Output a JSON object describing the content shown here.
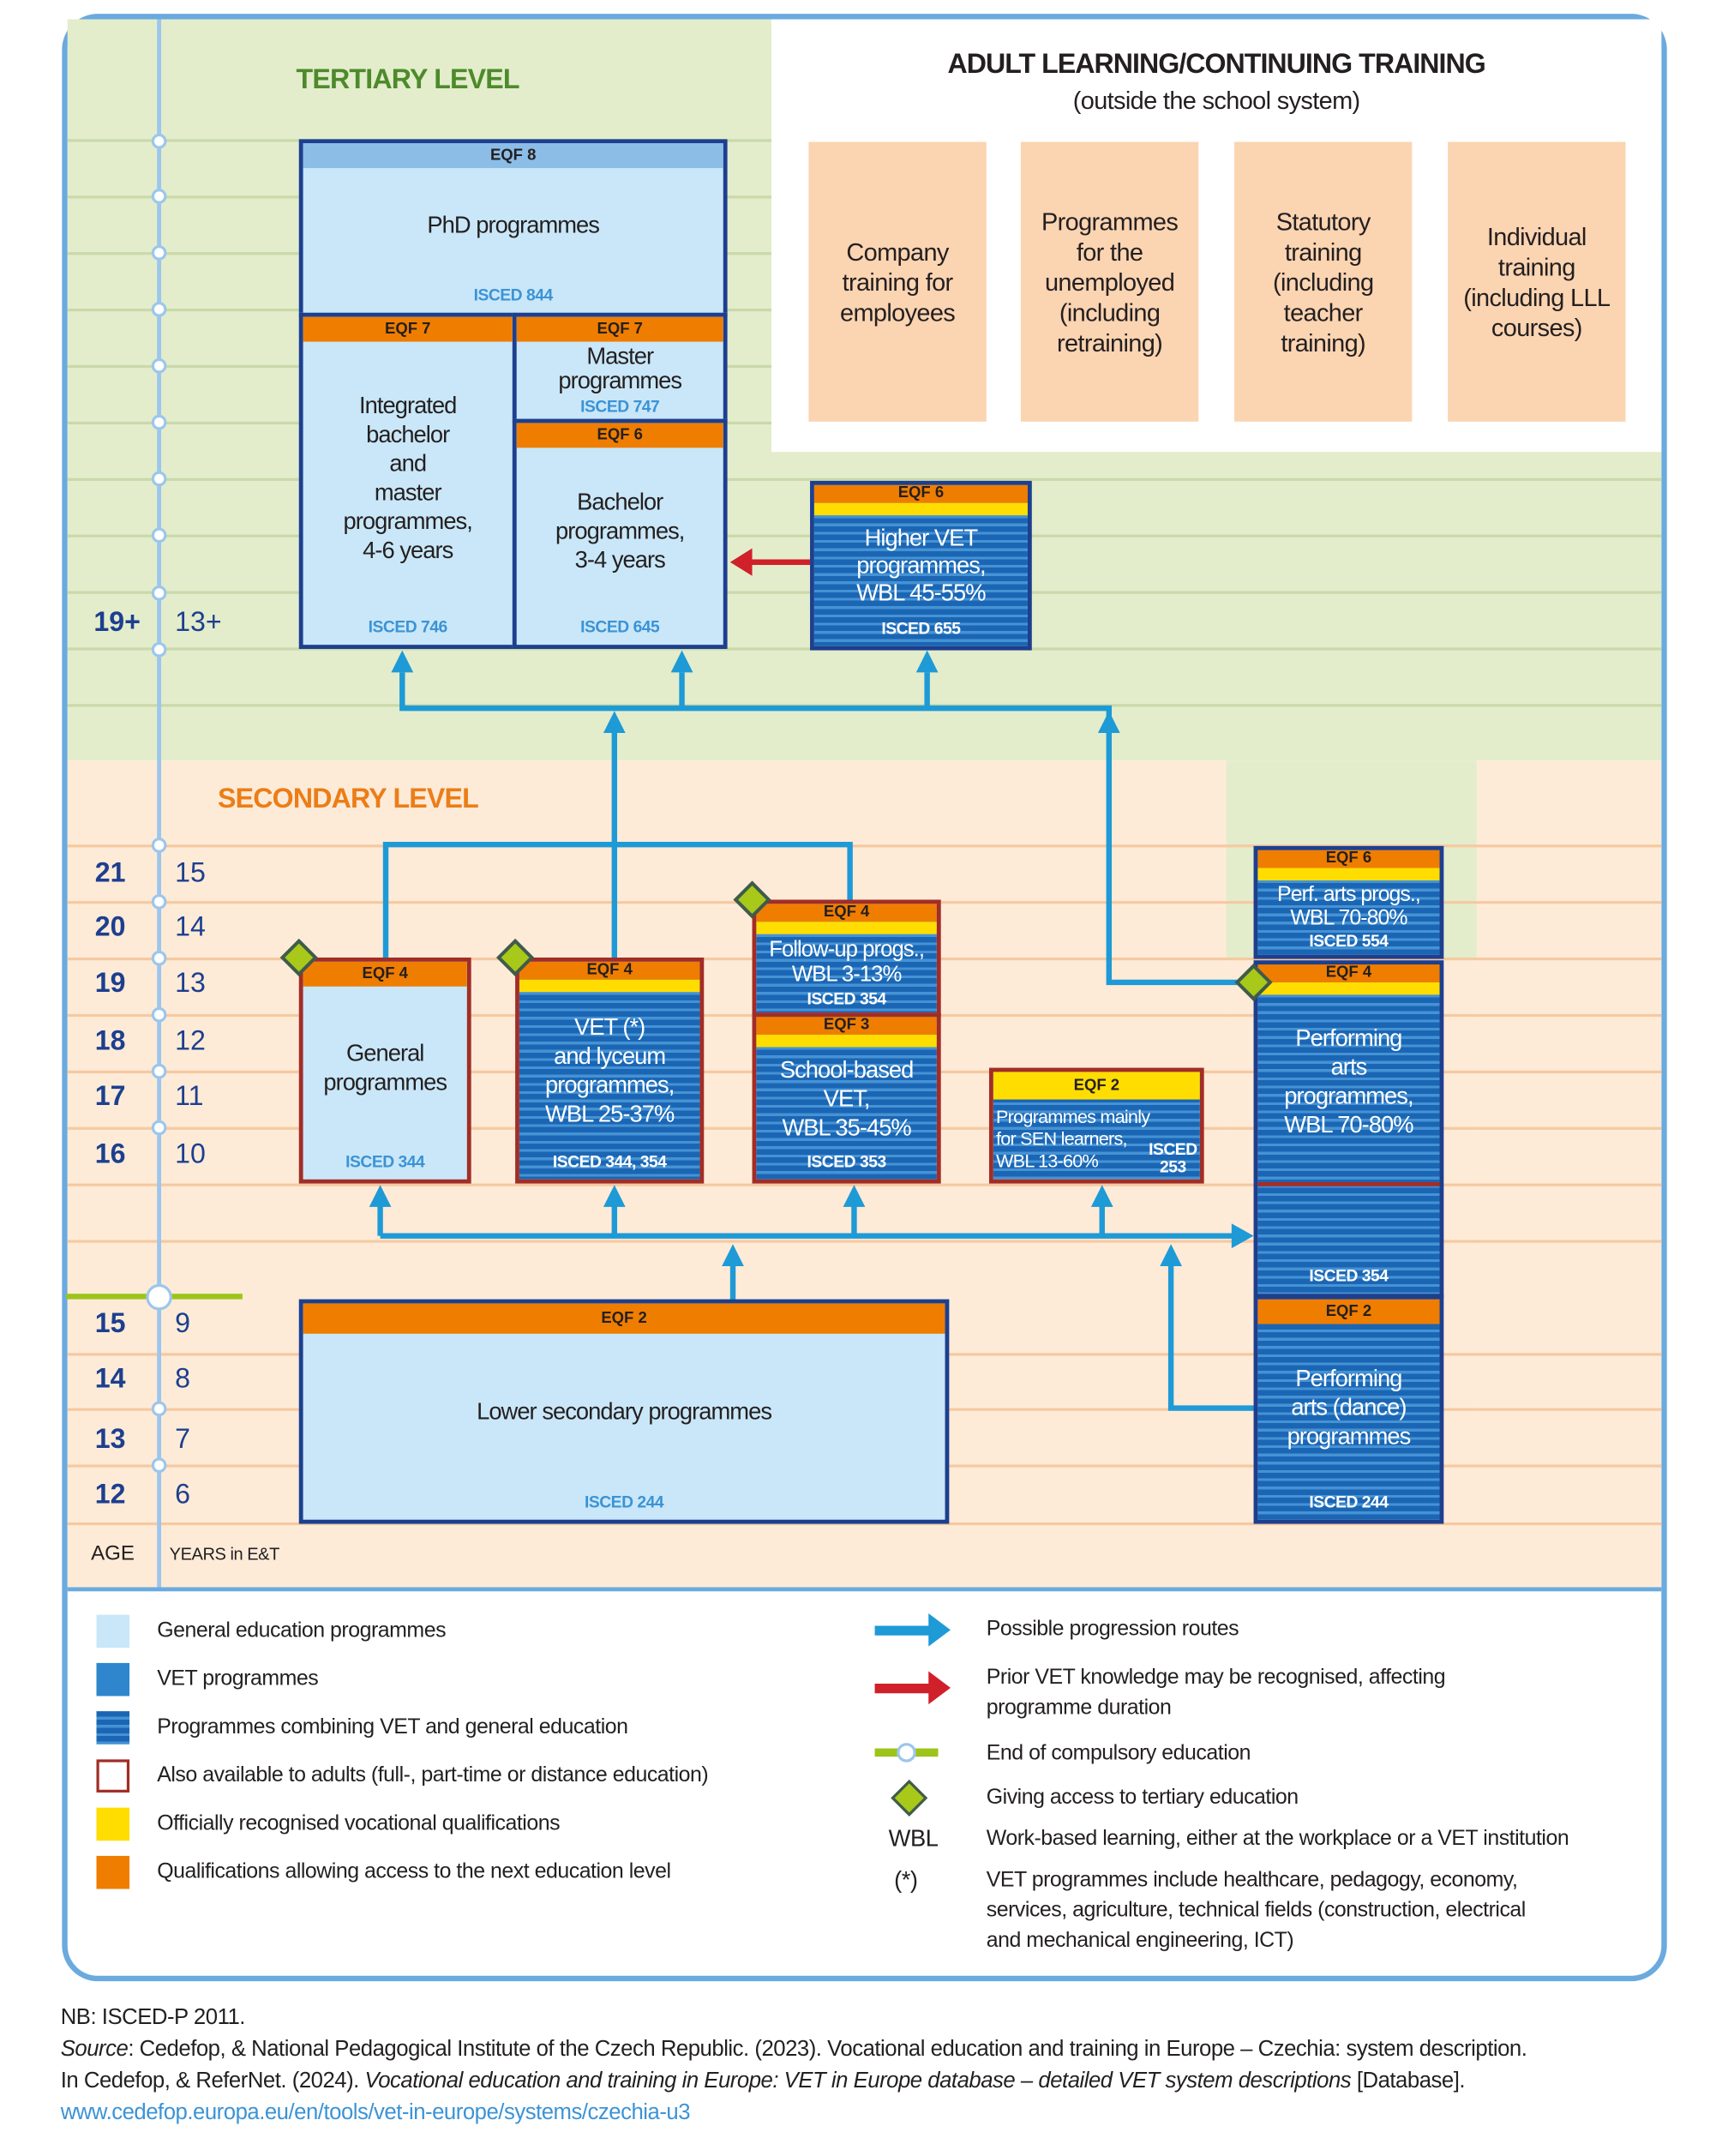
{
  "levels": {
    "tertiary": "TERTIARY LEVEL",
    "secondary": "SECONDARY LEVEL"
  },
  "colors": {
    "general": "#c9e7f8",
    "vet": "#2f86cc",
    "eqf_orange": "#ef7d00",
    "eqf_yellow": "#ffdd00",
    "adults_border": "#a22d27",
    "arrow": "#1e9ad6",
    "red_arrow": "#d0202a",
    "compulsory_line": "#9dc41a",
    "diamond": "#a8c81a"
  },
  "adult": {
    "title": "ADULT LEARNING/CONTINUING TRAINING",
    "subtitle": "(outside the school system)",
    "boxes": [
      "Company\ntraining for\nemployees",
      "Programmes\nfor the\nunemployed\n(including\nretraining)",
      "Statutory\ntraining\n(including\nteacher\ntraining)",
      "Individual\ntraining\n(including LLL\ncourses)"
    ]
  },
  "axis": {
    "age_label": "AGE",
    "years_label": "YEARS in E&T",
    "tertiary": {
      "age": "19+",
      "years": "13+"
    },
    "rows": [
      {
        "age": "21",
        "years": "15"
      },
      {
        "age": "20",
        "years": "14"
      },
      {
        "age": "19",
        "years": "13"
      },
      {
        "age": "18",
        "years": "12"
      },
      {
        "age": "17",
        "years": "11"
      },
      {
        "age": "16",
        "years": "10"
      },
      {
        "age": "15",
        "years": "9"
      },
      {
        "age": "14",
        "years": "8"
      },
      {
        "age": "13",
        "years": "7"
      },
      {
        "age": "12",
        "years": "6"
      }
    ]
  },
  "boxes": {
    "phd": {
      "eqf": "EQF 8",
      "text": "PhD programmes",
      "isced": "ISCED 844"
    },
    "integrated": {
      "eqf": "EQF 7",
      "text": "Integrated\nbachelor\nand\nmaster\nprogrammes,\n4-6 years",
      "isced": "ISCED 746"
    },
    "master": {
      "eqf": "EQF 7",
      "text": "Master\nprogrammes",
      "isced": "ISCED 747"
    },
    "bachelor": {
      "eqf": "EQF 6",
      "text": "Bachelor\nprogrammes,\n3-4 years",
      "isced": "ISCED 645"
    },
    "higher_vet": {
      "eqf": "EQF 6",
      "text": "Higher  VET\nprogrammes,\nWBL 45-55%",
      "isced": "ISCED 655"
    },
    "general": {
      "eqf": "EQF 4",
      "text": "General\nprogrammes",
      "isced": "ISCED 344"
    },
    "vet": {
      "eqf": "EQF 4",
      "text": "VET (*)\nand lyceum\nprogrammes,\nWBL 25-37%",
      "isced": "ISCED 344, 354"
    },
    "followup": {
      "eqf": "EQF 4",
      "text": "Follow-up progs.,\nWBL 3-13%",
      "isced": "ISCED 354"
    },
    "school_vet": {
      "eqf": "EQF 3",
      "text": "School-based\nVET,\nWBL 35-45%",
      "isced": "ISCED 353"
    },
    "sen": {
      "eqf": "EQF 2",
      "text": "Programmes mainly\nfor SEN learners,\nWBL 13-60%",
      "isced": "ISCED\n253"
    },
    "perf_tert": {
      "eqf": "EQF 6",
      "text": "Perf. arts progs.,\nWBL 70-80%",
      "isced": "ISCED 554"
    },
    "perf": {
      "eqf": "EQF 4",
      "text": "Performing\narts\nprogrammes,\nWBL 70-80%",
      "isced": "ISCED 354"
    },
    "dance": {
      "eqf": "EQF 2",
      "text": "Performing\narts (dance)\nprogrammes",
      "isced": "ISCED 244"
    },
    "lower": {
      "eqf": "EQF 2",
      "text": "Lower secondary programmes",
      "isced": "ISCED 244"
    }
  },
  "legend": {
    "left": [
      "General education programmes",
      "VET programmes",
      "Programmes combining VET and general education",
      "Also available to adults (full-, part-time or distance education)",
      "Officially recognised vocational qualifications",
      "Qualifications allowing access to the next education level"
    ],
    "right": {
      "progression": "Possible progression routes",
      "prior": "Prior VET knowledge may be recognised, affecting\nprogramme duration",
      "compulsory": "End of compulsory education",
      "tertiary_access": "Giving access to tertiary education",
      "wbl_key": "WBL",
      "wbl": "Work-based learning, either at the workplace or a VET institution",
      "star_key": "(*)",
      "star": "VET programmes include healthcare, pedagogy, economy,\nservices, agriculture, technical fields (construction, electrical\nand mechanical engineering, ICT)"
    }
  },
  "footer": {
    "nb": "NB: ISCED-P 2011.",
    "source_label": "Source",
    "source_text": ": Cedefop, & National Pedagogical Institute of the Czech Republic. (2023). Vocational education and training in Europe – Czechia: system description.",
    "line2_a": "In Cedefop, & ReferNet. (2024). ",
    "line2_italic": "Vocational education and training in Europe: VET in Europe database – detailed VET system descriptions",
    "line2_b": " [Database].",
    "link": "www.cedefop.europa.eu/en/tools/vet-in-europe/systems/czechia-u3"
  }
}
